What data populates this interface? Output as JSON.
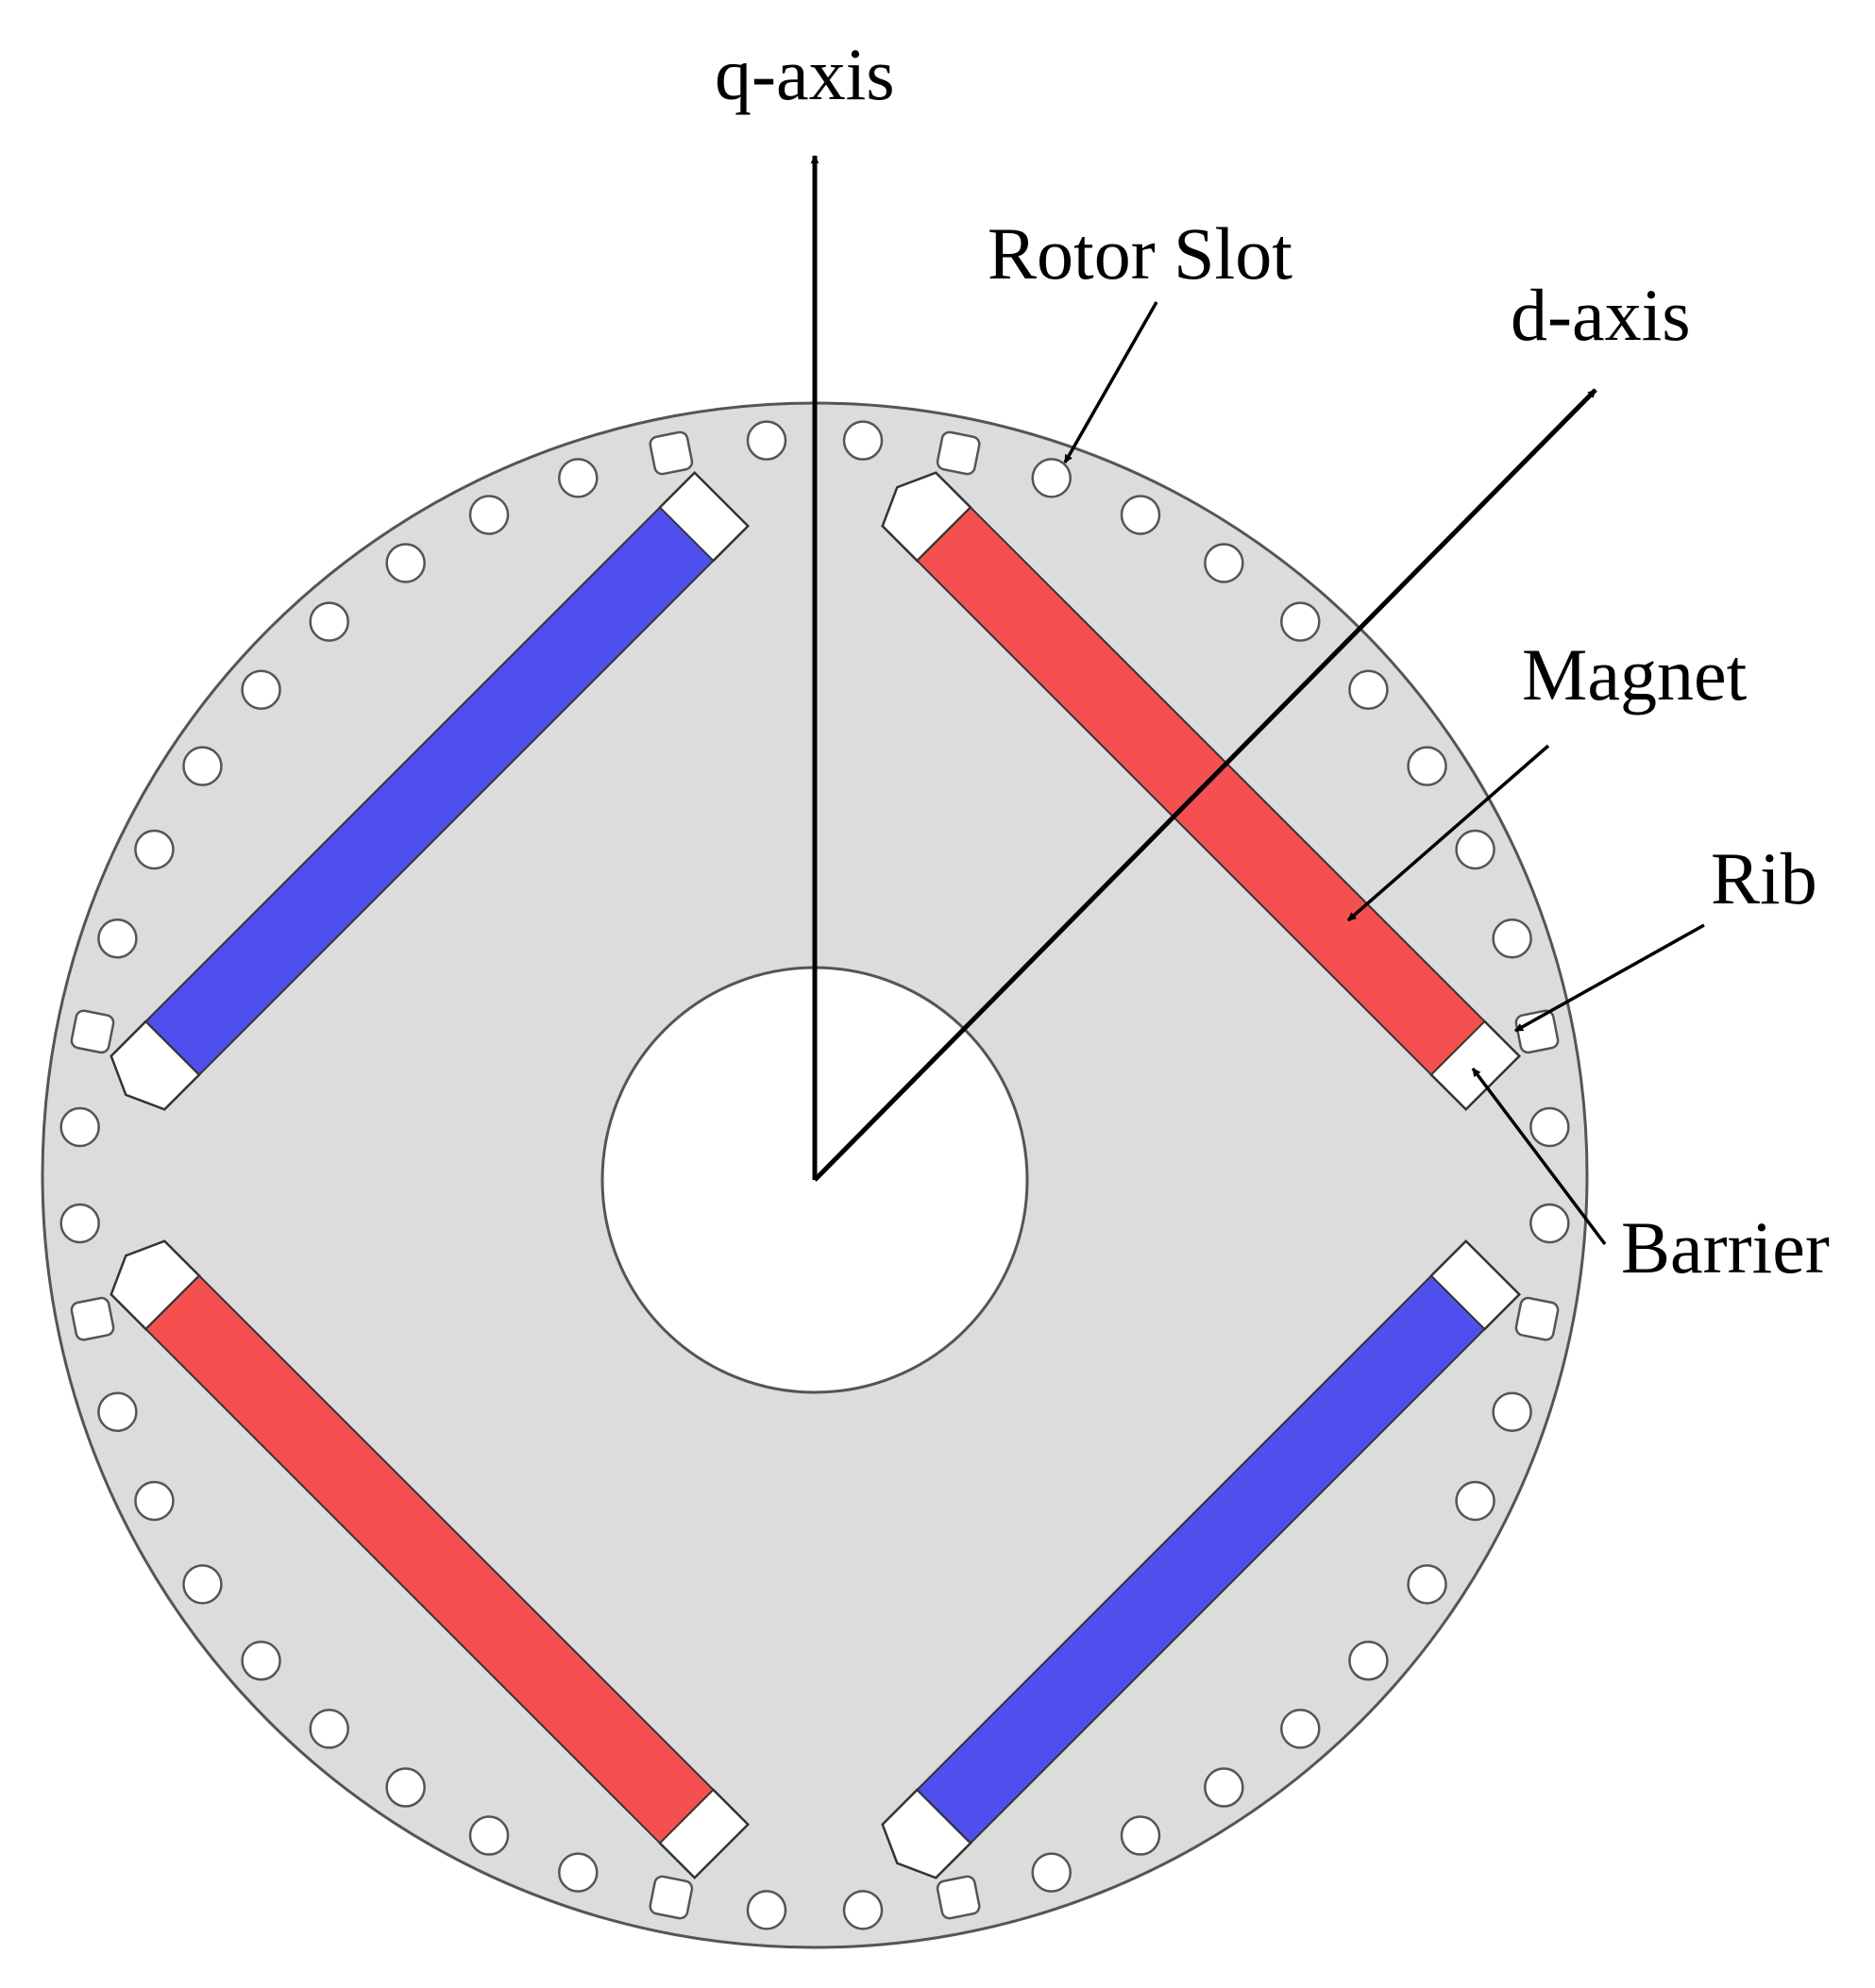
{
  "labels": {
    "q_axis": "q-axis",
    "d_axis": "d-axis",
    "rotor_slot": "Rotor Slot",
    "magnet": "Magnet",
    "rib": "Rib",
    "barrier": "Barrier"
  },
  "colors": {
    "rotor": "#dcdcdc",
    "outline": "#555555",
    "magnet_red": "#f55050",
    "magnet_blue": "#4f4fee",
    "hole": "#ffffff",
    "arrow": "#000000"
  },
  "diagram": {
    "rotor_slot_count": 48,
    "magnet_count": 4,
    "magnet_polarity_order": [
      "red",
      "blue",
      "red",
      "blue"
    ]
  }
}
